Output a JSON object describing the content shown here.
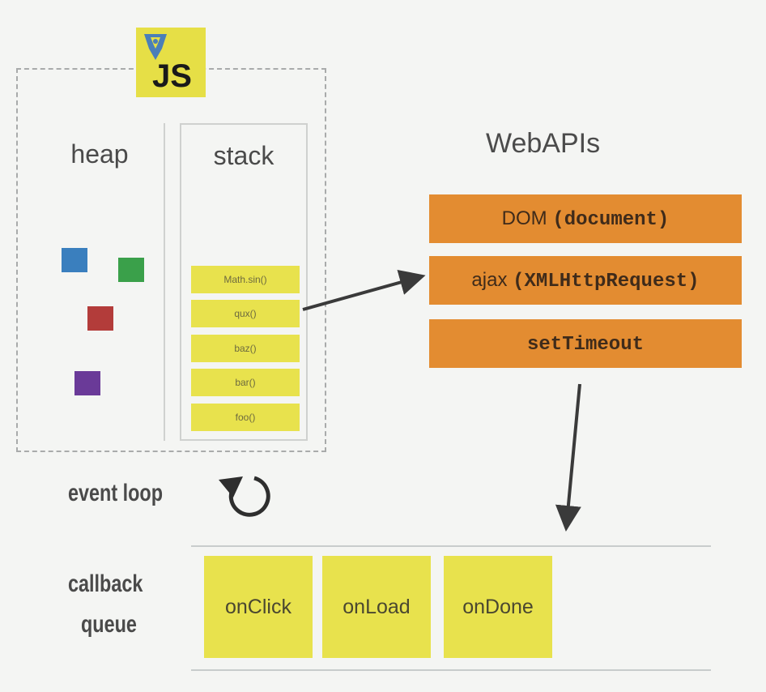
{
  "logo": {
    "text": "JS"
  },
  "heap": {
    "title": "heap",
    "squares": [
      {
        "color": "#3a7fbe"
      },
      {
        "color": "#3aa04a"
      },
      {
        "color": "#b33c3a"
      },
      {
        "color": "#6a3a98"
      }
    ]
  },
  "stack": {
    "title": "stack",
    "frames": [
      "Math.sin()",
      "qux()",
      "baz()",
      "bar()",
      "foo()"
    ]
  },
  "webapis": {
    "title": "WebAPIs",
    "items": [
      {
        "prefix": "DOM ",
        "mono": "(document)"
      },
      {
        "prefix": "ajax ",
        "mono": "(XMLHttpRequest)"
      },
      {
        "prefix": "",
        "mono": "setTimeout"
      }
    ]
  },
  "event_loop": {
    "label": "event loop"
  },
  "callback_queue": {
    "label_line1": "callback",
    "label_line2": "queue",
    "items": [
      "onClick",
      "onLoad",
      "onDone"
    ]
  },
  "colors": {
    "api_orange": "#e38c31",
    "queue_yellow": "#e8e24d",
    "logo_yellow": "#e6df46"
  }
}
